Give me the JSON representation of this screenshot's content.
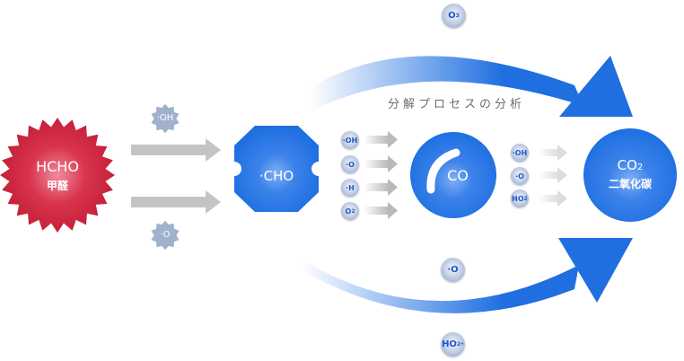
{
  "title": "分解プロセスの分析",
  "colors": {
    "reactant_red": "#c8203a",
    "product_blue": "#1f6fe0",
    "gray_arrow": "#c0c0c0",
    "badge_gray": "#9fb1cc"
  },
  "reactant": {
    "formula": "HCHO",
    "name": "甲醛"
  },
  "first_step_reagents": [
    {
      "label": "·OH"
    },
    {
      "label": "·O"
    }
  ],
  "intermediate_1": {
    "formula": "·CHO"
  },
  "intermediate_1_reagents": [
    {
      "label": "·OH"
    },
    {
      "label": "·O"
    },
    {
      "label": "·H"
    },
    {
      "label": "O",
      "sub": "2"
    }
  ],
  "intermediate_2": {
    "formula": "CO"
  },
  "intermediate_2_reagents": [
    {
      "label": "·OH"
    },
    {
      "label": "·O"
    },
    {
      "label": "HO",
      "sub": "2"
    }
  ],
  "product": {
    "formula": "CO",
    "sub": "2",
    "name": "二氧化碳"
  },
  "upper_path_reagent": {
    "label": "O",
    "sub": "3"
  },
  "lower_path_reagents": [
    {
      "label": "·O"
    },
    {
      "label": "HO",
      "sub": "2",
      "suffix": "·"
    }
  ]
}
